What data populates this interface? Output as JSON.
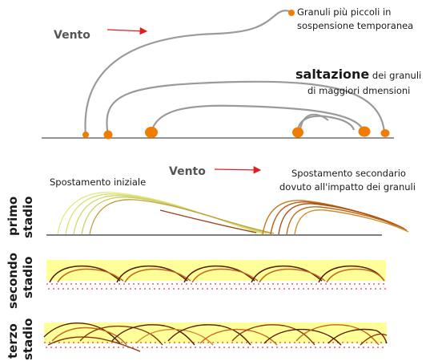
{
  "colors": {
    "arc_gray": "#9a9a9a",
    "grain_orange": "#f07d00",
    "arrow_red": "#e02020",
    "band_yellow": "#ffff99",
    "dots_pink": "#e06060",
    "early_traj": "#d8e070",
    "late_traj": "#b85a10",
    "ground": "#333333"
  },
  "top": {
    "wind_label": "Vento",
    "small_grains_line1": "Granuli più piccoli in",
    "small_grains_line2": "sospensione temporanea",
    "saltation_word": "saltazione",
    "saltation_rest": " dei granuli",
    "saltation_line2": "di maggiori dmensioni"
  },
  "primo": {
    "wind_label": "Vento",
    "initial_label": "Spostamento iniziale",
    "secondary_line1": "Spostamento secondario",
    "secondary_line2": "dovuto all'impatto dei granuli",
    "stage_line1": "primo",
    "stage_line2": "stadio"
  },
  "secondo": {
    "stage_line1": "secondo",
    "stage_line2": "stadio"
  },
  "terzo": {
    "stage_line1": "terzo",
    "stage_line2": "stadio"
  }
}
